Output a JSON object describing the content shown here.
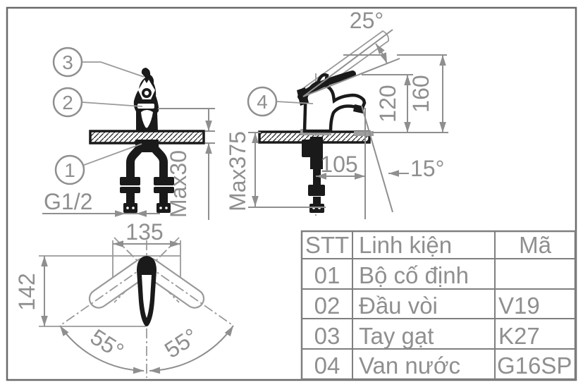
{
  "labels": {
    "callout_1": "1",
    "callout_2": "2",
    "callout_3": "3",
    "callout_4": "4",
    "g_thread": "G1/2",
    "max30": "Max30",
    "max375": "Max375",
    "angle_handle": "25°",
    "dim_120": "120",
    "dim_160": "160",
    "dim_105": "105",
    "angle_spout": "15°",
    "dim_135": "135",
    "dim_142": "142",
    "angle_swing_left": "55°",
    "angle_swing_right": "55°"
  },
  "table": {
    "headers": [
      "STT",
      "Linh kiện",
      "Mã"
    ],
    "rows": [
      [
        "01",
        "Bộ cố định",
        ""
      ],
      [
        "02",
        "Đầu vòi",
        "V19"
      ],
      [
        "03",
        "Tay gạt",
        "K27"
      ],
      [
        "04",
        "Van nước",
        "G16SP"
      ]
    ]
  },
  "colors": {
    "dimension_gray": "#8f8f8f",
    "drawing_black": "#1a1a1a",
    "frame_gray": "#6a6a6a",
    "table_gray": "#7f7f7f"
  }
}
